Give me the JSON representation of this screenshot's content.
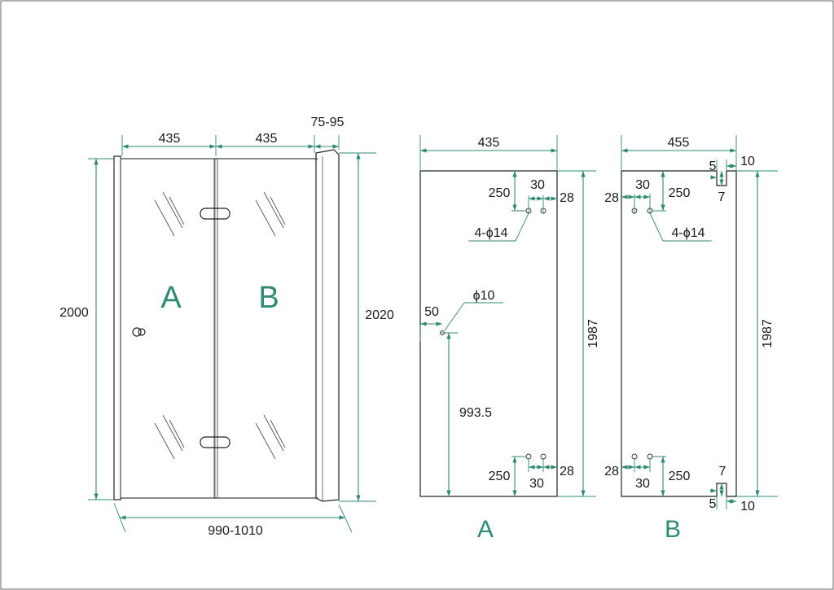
{
  "colors": {
    "dimension": "#2e8a72",
    "outline": "#222222",
    "letter": "#2e8a72"
  },
  "front": {
    "width_left": "435",
    "width_right": "435",
    "profile": "75-95",
    "height_left": "2000",
    "height_right": "2020",
    "total_width": "990-1010",
    "letter_a": "A",
    "letter_b": "B"
  },
  "panel_a": {
    "letter": "A",
    "width": "435",
    "height": "1987",
    "top_offset": "250",
    "hole_spacing_top": "30",
    "edge_offset_top": "28",
    "holes": "4-ϕ14",
    "knob_edge": "50",
    "knob_hole": "ϕ10",
    "knob_height": "993.5",
    "bottom_offset": "250",
    "hole_spacing_bottom": "30",
    "edge_offset_bottom": "28"
  },
  "panel_b": {
    "letter": "B",
    "width": "455",
    "height": "1987",
    "top_offset": "250",
    "hole_spacing_top": "30",
    "edge_offset_top": "28",
    "holes": "4-ϕ14",
    "notch_top_a": "5",
    "notch_top_b": "10",
    "notch_top_c": "7",
    "bottom_offset": "250",
    "hole_spacing_bottom": "30",
    "edge_offset_bottom": "28",
    "notch_bottom_a": "7",
    "notch_bottom_b": "5",
    "notch_bottom_c": "10"
  }
}
